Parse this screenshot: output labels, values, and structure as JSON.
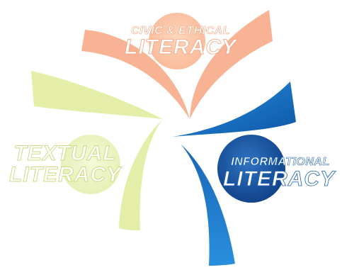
{
  "figure": {
    "segments": [
      {
        "id": "civic",
        "line1": "CIVIC & ETHICAL",
        "line2": "LITERACY",
        "color": "#f6ab8a",
        "circle_color": "#fbc9a9"
      },
      {
        "id": "textual",
        "line1": "TEXTUAL",
        "line2": "LITERACY",
        "color": "#dfeb9e",
        "circle_color": "#eef5c7"
      },
      {
        "id": "informational",
        "line1": "INFORMATIONAL",
        "line2": "LITERACY",
        "color": "#1f7fd0",
        "circle_color": "#1b5aa8"
      }
    ]
  }
}
